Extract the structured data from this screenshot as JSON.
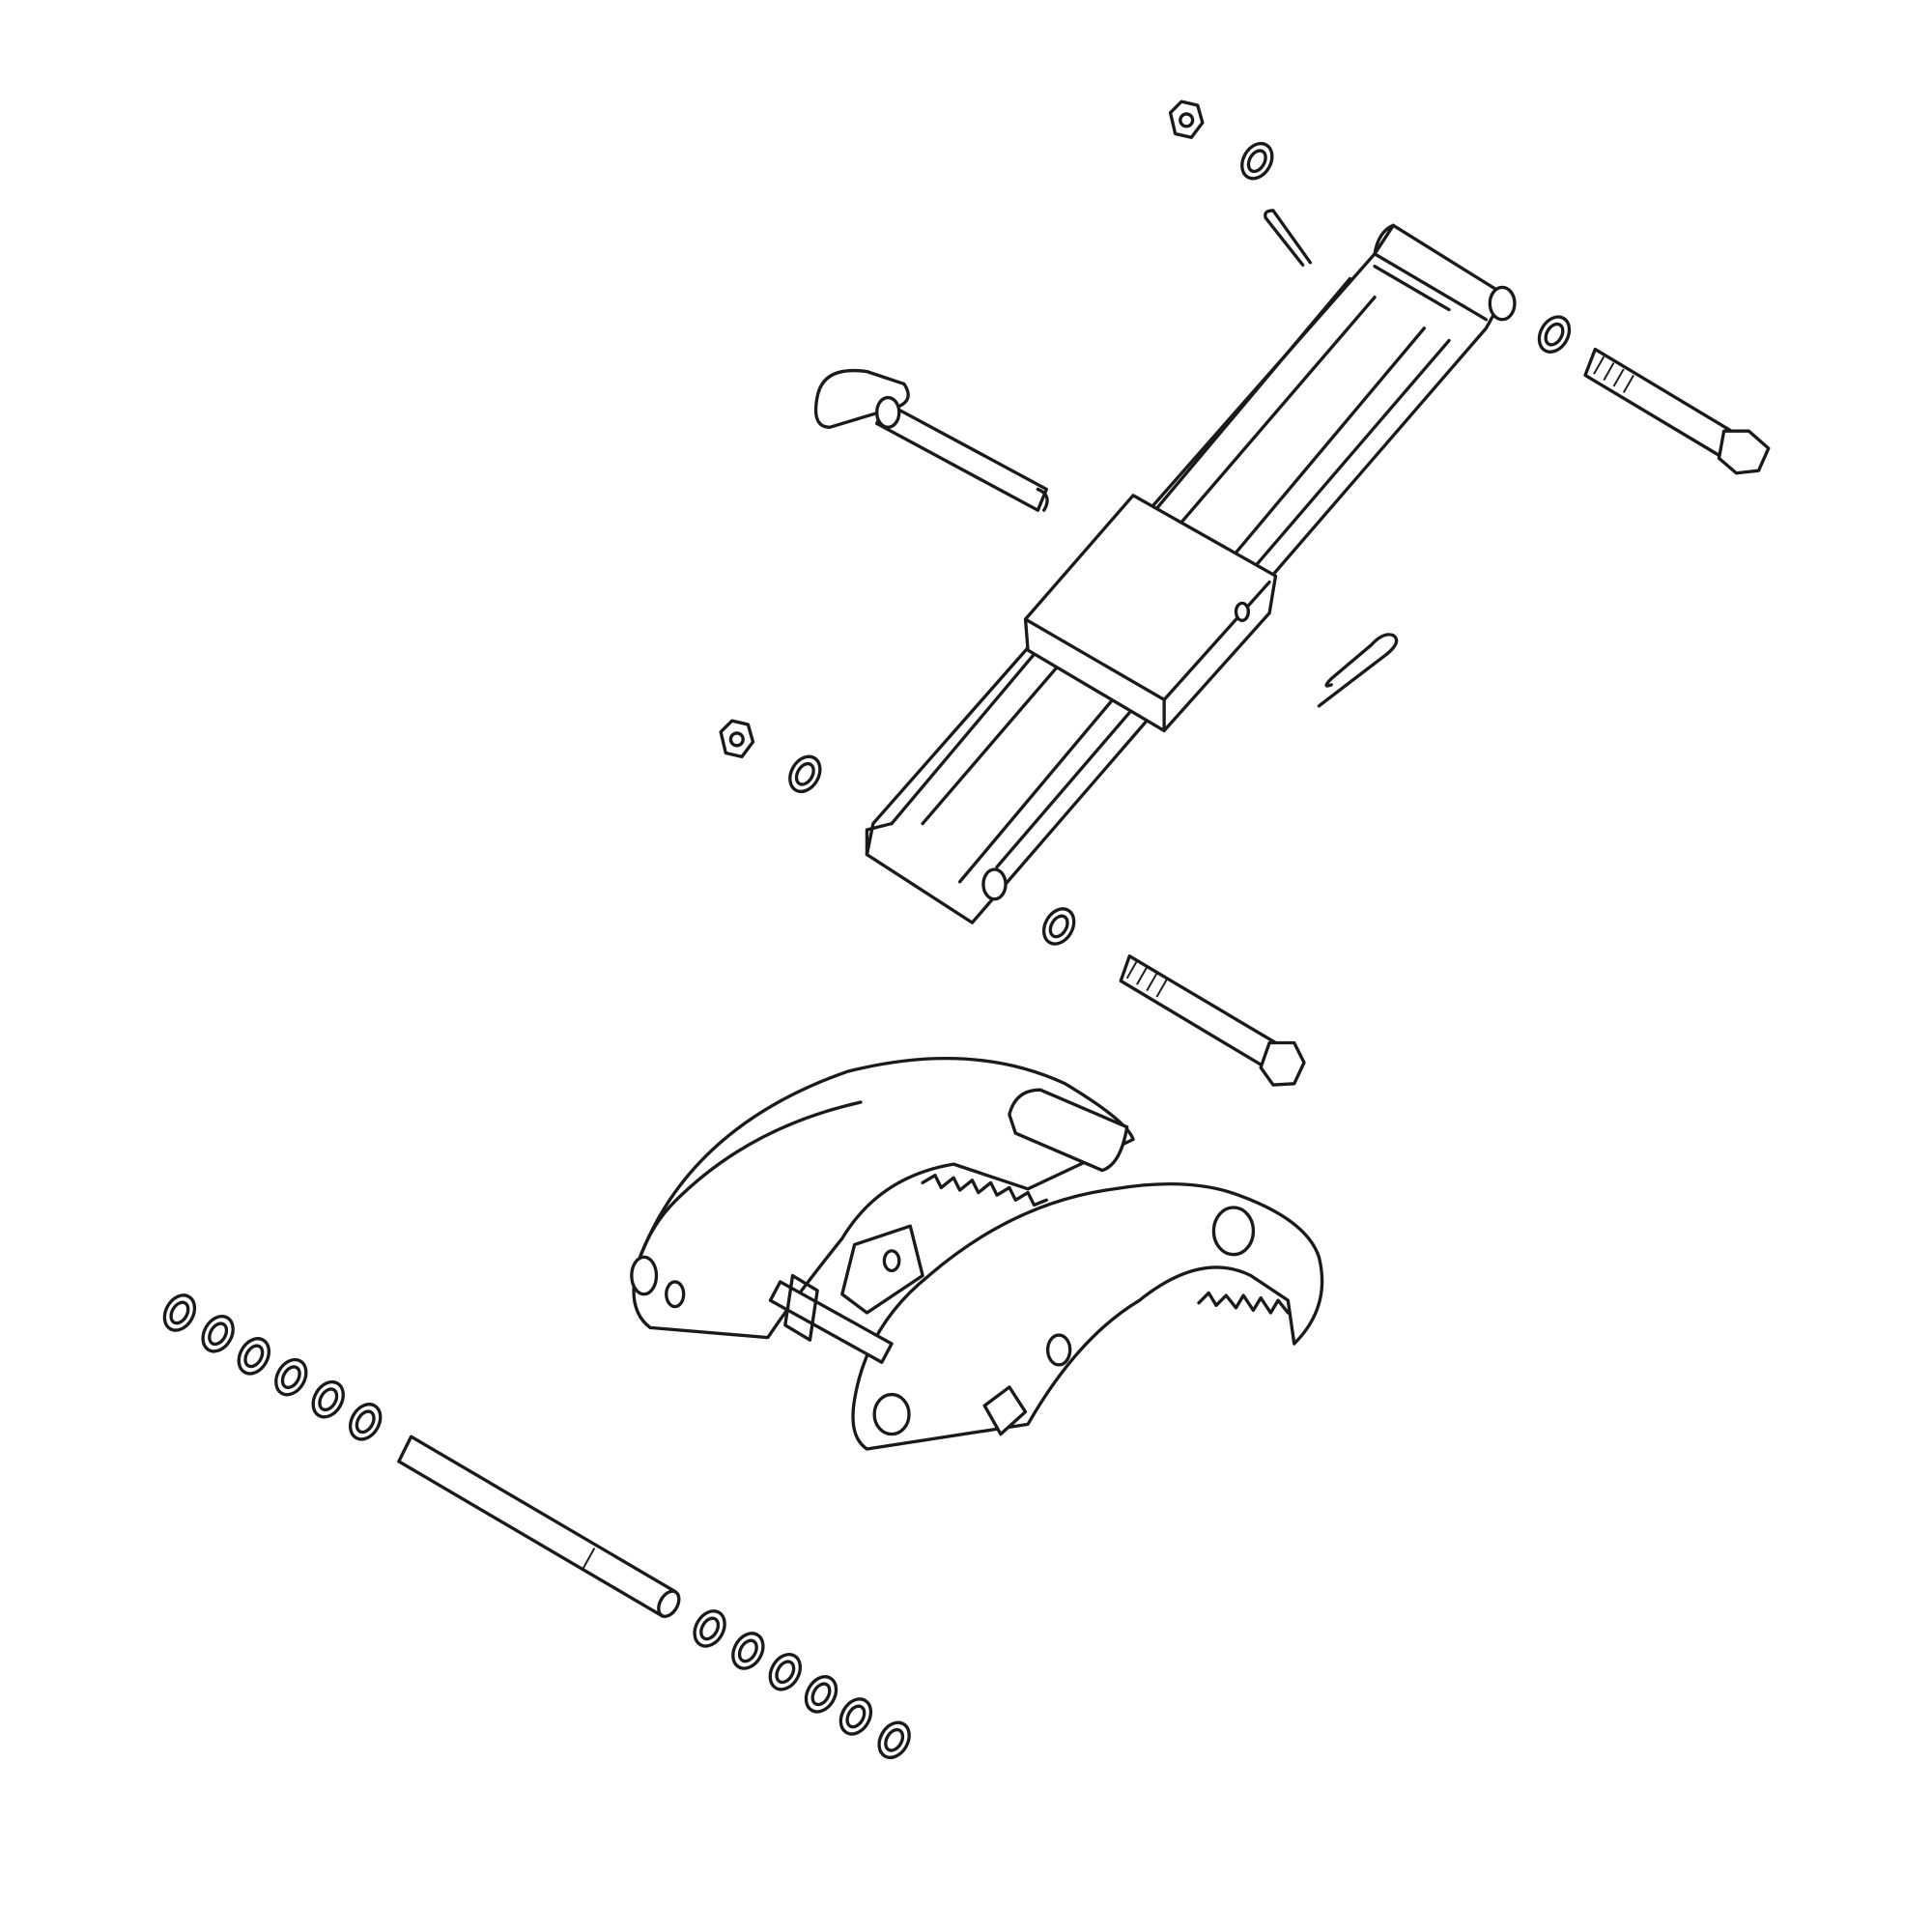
{
  "diagram": {
    "type": "exploded parts drawing",
    "line_color": "#1a1a1a",
    "background": "#ffffff",
    "parts": [
      "hex-nut",
      "washer",
      "cotter-pin",
      "telescoping-slide-tube",
      "sleeve-block",
      "hex-bolt",
      "hitch-pin-with-ring",
      "r-clip",
      "ratchet-bracket-assembly",
      "pivot-rod",
      "spacer-washers"
    ]
  }
}
